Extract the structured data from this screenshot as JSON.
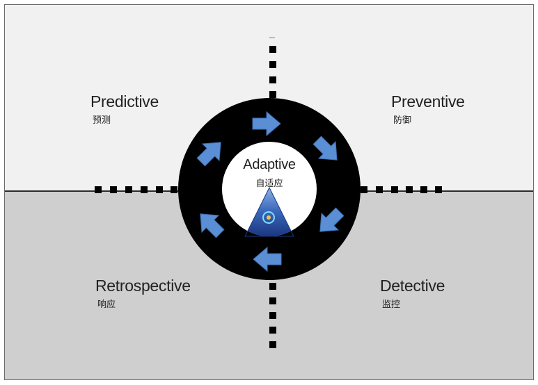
{
  "quadrants": {
    "predictive": {
      "title": "Predictive",
      "subtitle": "预测"
    },
    "preventive": {
      "title": "Preventive",
      "subtitle": "防御"
    },
    "retrospective": {
      "title": "Retrospective",
      "subtitle": "响应"
    },
    "detective": {
      "title": "Detective",
      "subtitle": "监控"
    }
  },
  "center": {
    "title": "Adaptive",
    "subtitle": "自适应"
  },
  "colors": {
    "top_background": "#f1f1f1",
    "bottom_background": "#cfcfcf",
    "ring": "#000000",
    "arrow": "#5a8fd6",
    "center_cone": "#1f3f8a"
  },
  "icons": [
    "cycle-arrow-icon",
    "target-icon"
  ]
}
